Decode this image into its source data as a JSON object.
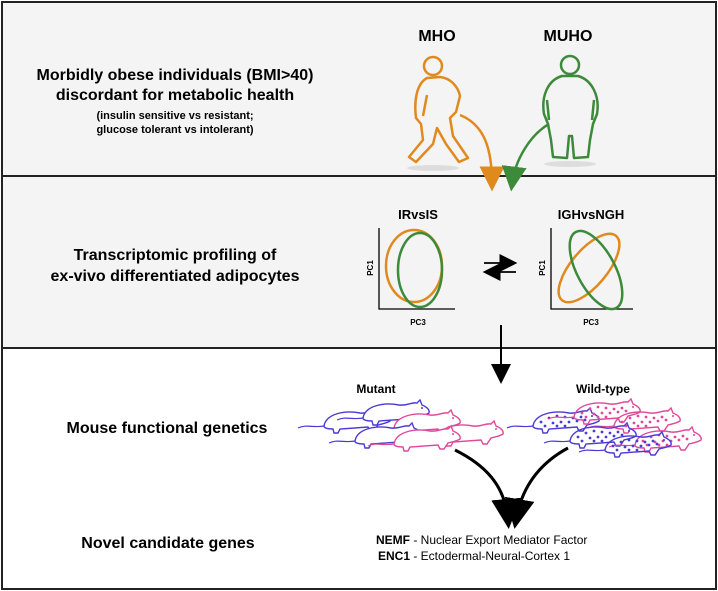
{
  "colors": {
    "panel_bg": "#f4f4f4",
    "border": "#222222",
    "mho": "#e08a1e",
    "muho": "#3d8a3a",
    "mutant": "#4a3ad6",
    "wildtype": "#e0489a",
    "arrow": "#000000"
  },
  "panel1": {
    "heading_line1": "Morbidly obese individuals (BMI>40)",
    "heading_line2": "discordant for metabolic health",
    "sub_line1": "(insulin sensitive vs resistant;",
    "sub_line2": "glucose tolerant vs intolerant)",
    "label_mho": "MHO",
    "label_muho": "MUHO"
  },
  "panel2": {
    "heading_line1": "Transcriptomic profiling of",
    "heading_line2": "ex-vivo differentiated adipocytes",
    "plot_left": {
      "title": "IRvsIS",
      "ylabel": "PC1",
      "xlabel": "PC3"
    },
    "plot_right": {
      "title": "IGHvsNGH",
      "ylabel": "PC1",
      "xlabel": "PC3"
    }
  },
  "panel3": {
    "heading": "Mouse functional genetics",
    "label_mutant": "Mutant",
    "label_wildtype": "Wild-type",
    "candidates_heading": "Novel candidate genes",
    "gene1_symbol": "NEMF",
    "gene1_desc": " - Nuclear Export Mediator Factor",
    "gene2_symbol": "ENC1",
    "gene2_desc": " - Ectodermal-Neural-Cortex 1"
  }
}
